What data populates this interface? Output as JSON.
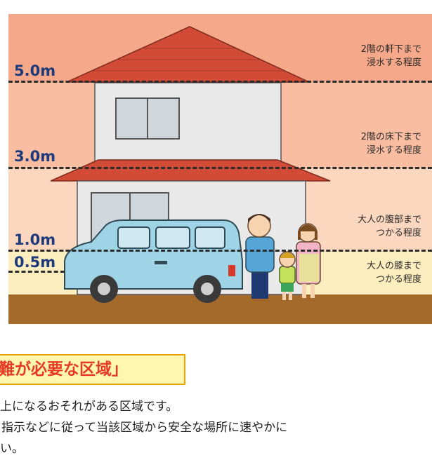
{
  "levels": [
    {
      "label": "5.0m",
      "desc1": "2階の軒下まで",
      "desc2": "浸水する程度"
    },
    {
      "label": "3.0m",
      "desc1": "2階の床下まで",
      "desc2": "浸水する程度"
    },
    {
      "label": "1.0m",
      "desc1": "大人の腹部まで",
      "desc2": "つかる程度"
    },
    {
      "label": "0.5m",
      "desc1": "大人の膝まで",
      "desc2": "つかる程度"
    }
  ],
  "colors": {
    "band_top": "#f6a88a",
    "band_upper": "#f9bda2",
    "band_mid": "#fbd7bf",
    "band_low": "#fdeec0",
    "ground": "#a36a2c",
    "roof": "#d24b36",
    "wall": "#e9e9e9",
    "car": "#9fd3e6",
    "accent_title": "#e53b24"
  },
  "section": {
    "title": "難が必要な区域」",
    "lines": [
      "上になるおそれがある区域です。",
      "指示などに従って当該区域から安全な場所に速やかに",
      "い。"
    ]
  }
}
